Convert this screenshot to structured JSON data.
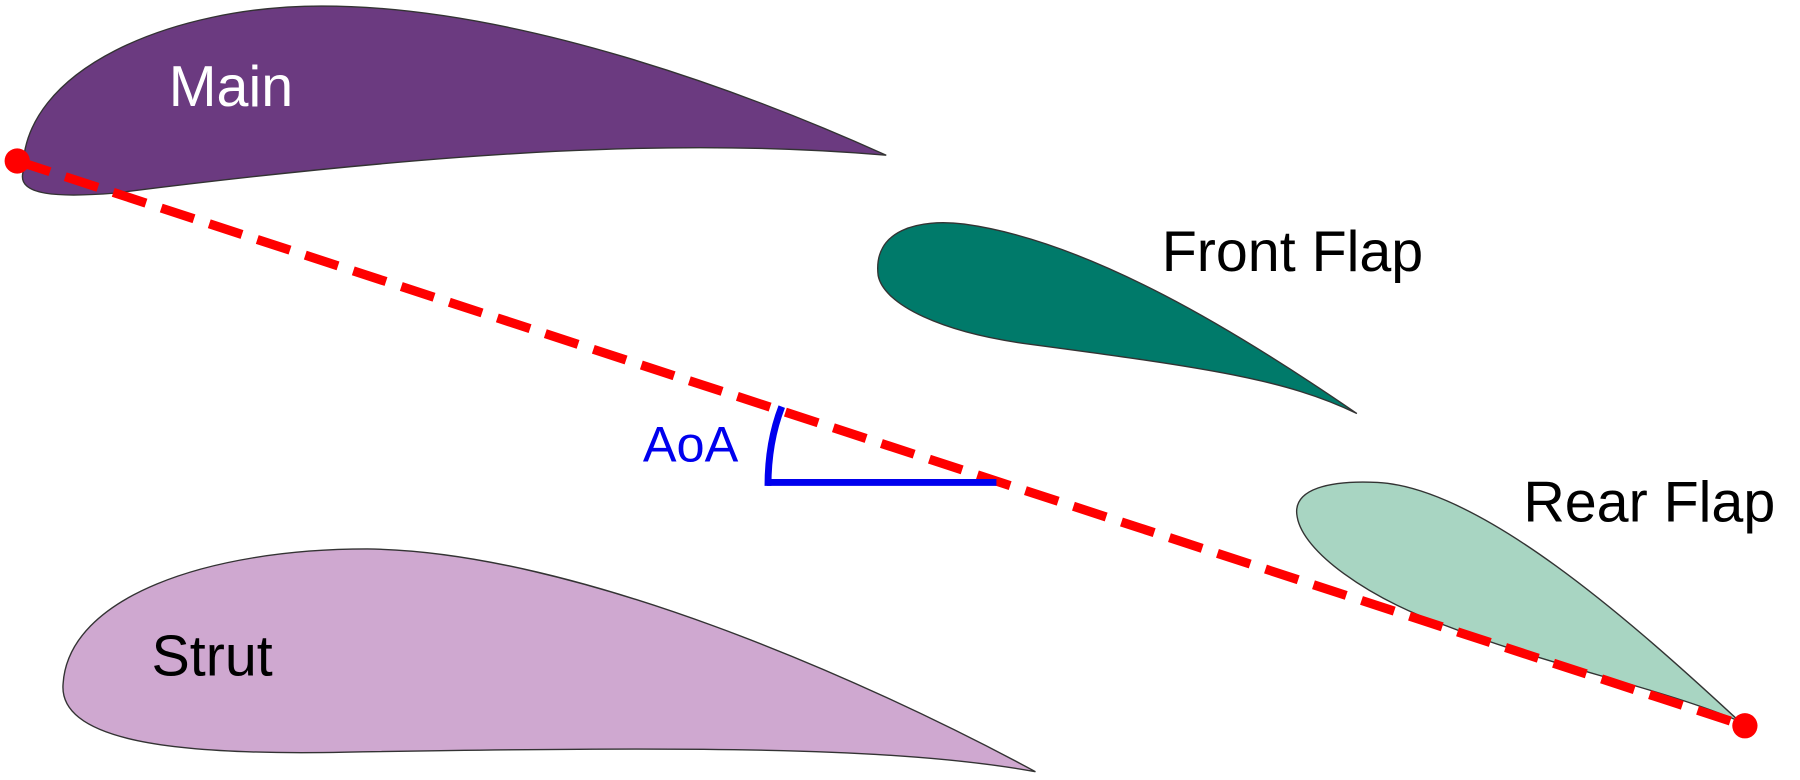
{
  "labels": {
    "main": "Main",
    "front_flap": "Front Flap",
    "rear_flap": "Rear Flap",
    "strut": "Strut",
    "aoa": "AoA"
  },
  "colors": {
    "main": "#6b3a80",
    "front_flap": "#007a6a",
    "rear_flap": "#a8d5c2",
    "strut": "#cfa8d0",
    "chord_line": "#ff0000",
    "aoa": "#0000ee"
  }
}
